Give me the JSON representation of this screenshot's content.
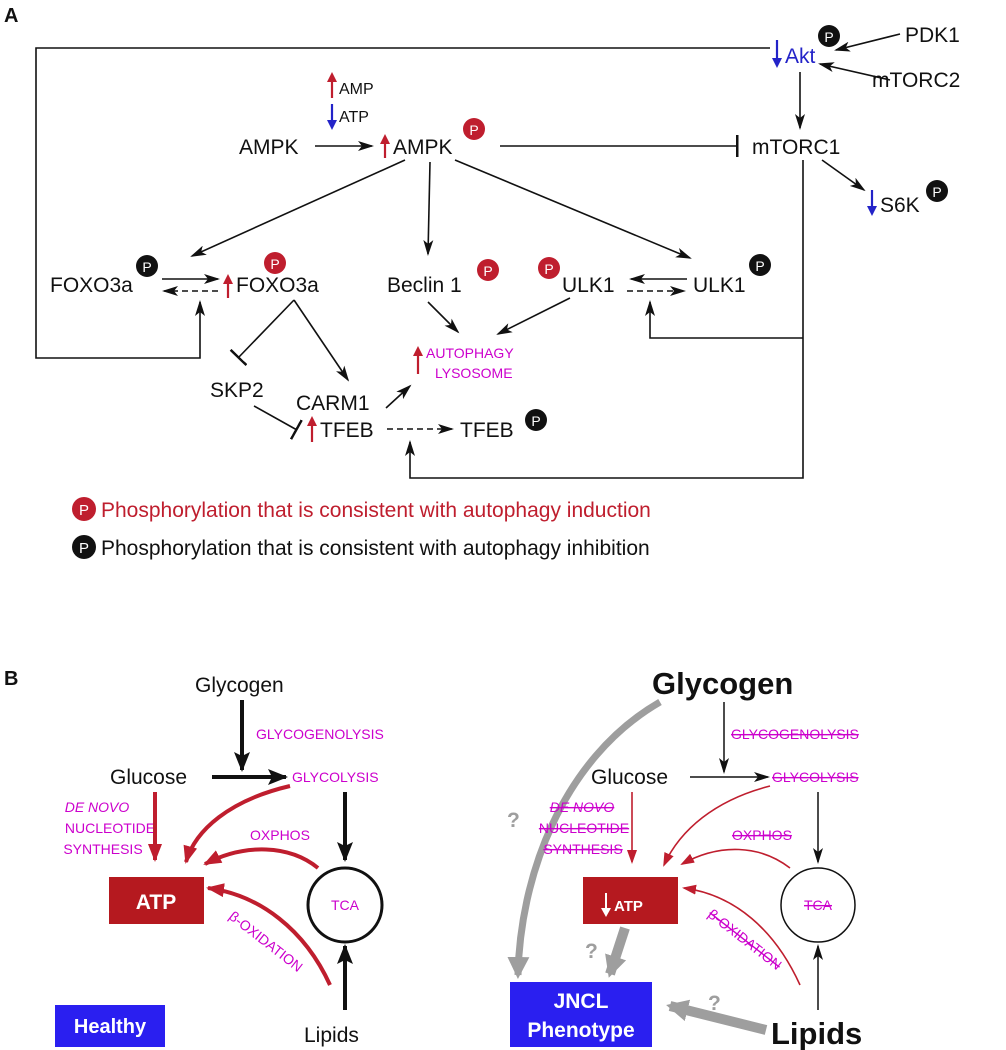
{
  "colors": {
    "induction": "#bf1e2e",
    "inhibition": "#111111",
    "process_text": "#cc00cc",
    "up_arrow": "#bf1e2e",
    "down_arrow": "#2323c8",
    "atp_box": "#b5191f",
    "healthy_box": "#2a1ff0",
    "question": "#9e9e9e"
  },
  "panel_a": {
    "label": "A",
    "p_badge": "P",
    "nodes": {
      "akt": "Akt",
      "pdk1": "PDK1",
      "mtorc2": "mTORC2",
      "amp": "AMP",
      "atp": "ATP",
      "ampk_left": "AMPK",
      "ampk_right": "AMPK",
      "mtorc1": "mTORC1",
      "s6k": "S6K",
      "foxo3a_left": "FOXO3a",
      "foxo3a_right": "FOXO3a",
      "beclin1": "Beclin 1",
      "ulk1_left": "ULK1",
      "ulk1_right": "ULK1",
      "autophagy": "AUTOPHAGY",
      "lysosome": "LYSOSOME",
      "skp2": "SKP2",
      "carm1": "CARM1",
      "tfeb_left": "TFEB",
      "tfeb_right": "TFEB"
    },
    "legend": {
      "induction": "Phosphorylation that is consistent with autophagy induction",
      "inhibition": "Phosphorylation that is consistent with autophagy inhibition"
    }
  },
  "panel_b": {
    "label": "B",
    "healthy": {
      "glycogen": "Glycogen",
      "glycogenolysis": "GLYCOGENOLYSIS",
      "glucose": "Glucose",
      "glycolysis": "GLYCOLYSIS",
      "de_novo": "DE NOVO",
      "nucleotide": "NUCLEOTIDE",
      "synthesis": "SYNTHESIS",
      "oxphos": "OXPHOS",
      "atp": "ATP",
      "tca": "TCA",
      "beta_oxidation": "β-OXIDATION",
      "lipids": "Lipids",
      "state": "Healthy"
    },
    "jncl": {
      "glycogen": "Glycogen",
      "glycogenolysis": "GLYCOGENOLYSIS",
      "glucose": "Glucose",
      "glycolysis": "GLYCOLYSIS",
      "de_novo": "DE NOVO",
      "nucleotide": "NUCLEOTIDE",
      "synthesis": "SYNTHESIS",
      "oxphos": "OXPHOS",
      "atp": "ATP",
      "tca": "TCA",
      "beta_oxidation": "β-OXIDATION",
      "lipids": "Lipids",
      "phenotype_line1": "JNCL",
      "phenotype_line2": "Phenotype",
      "question": "?"
    }
  }
}
